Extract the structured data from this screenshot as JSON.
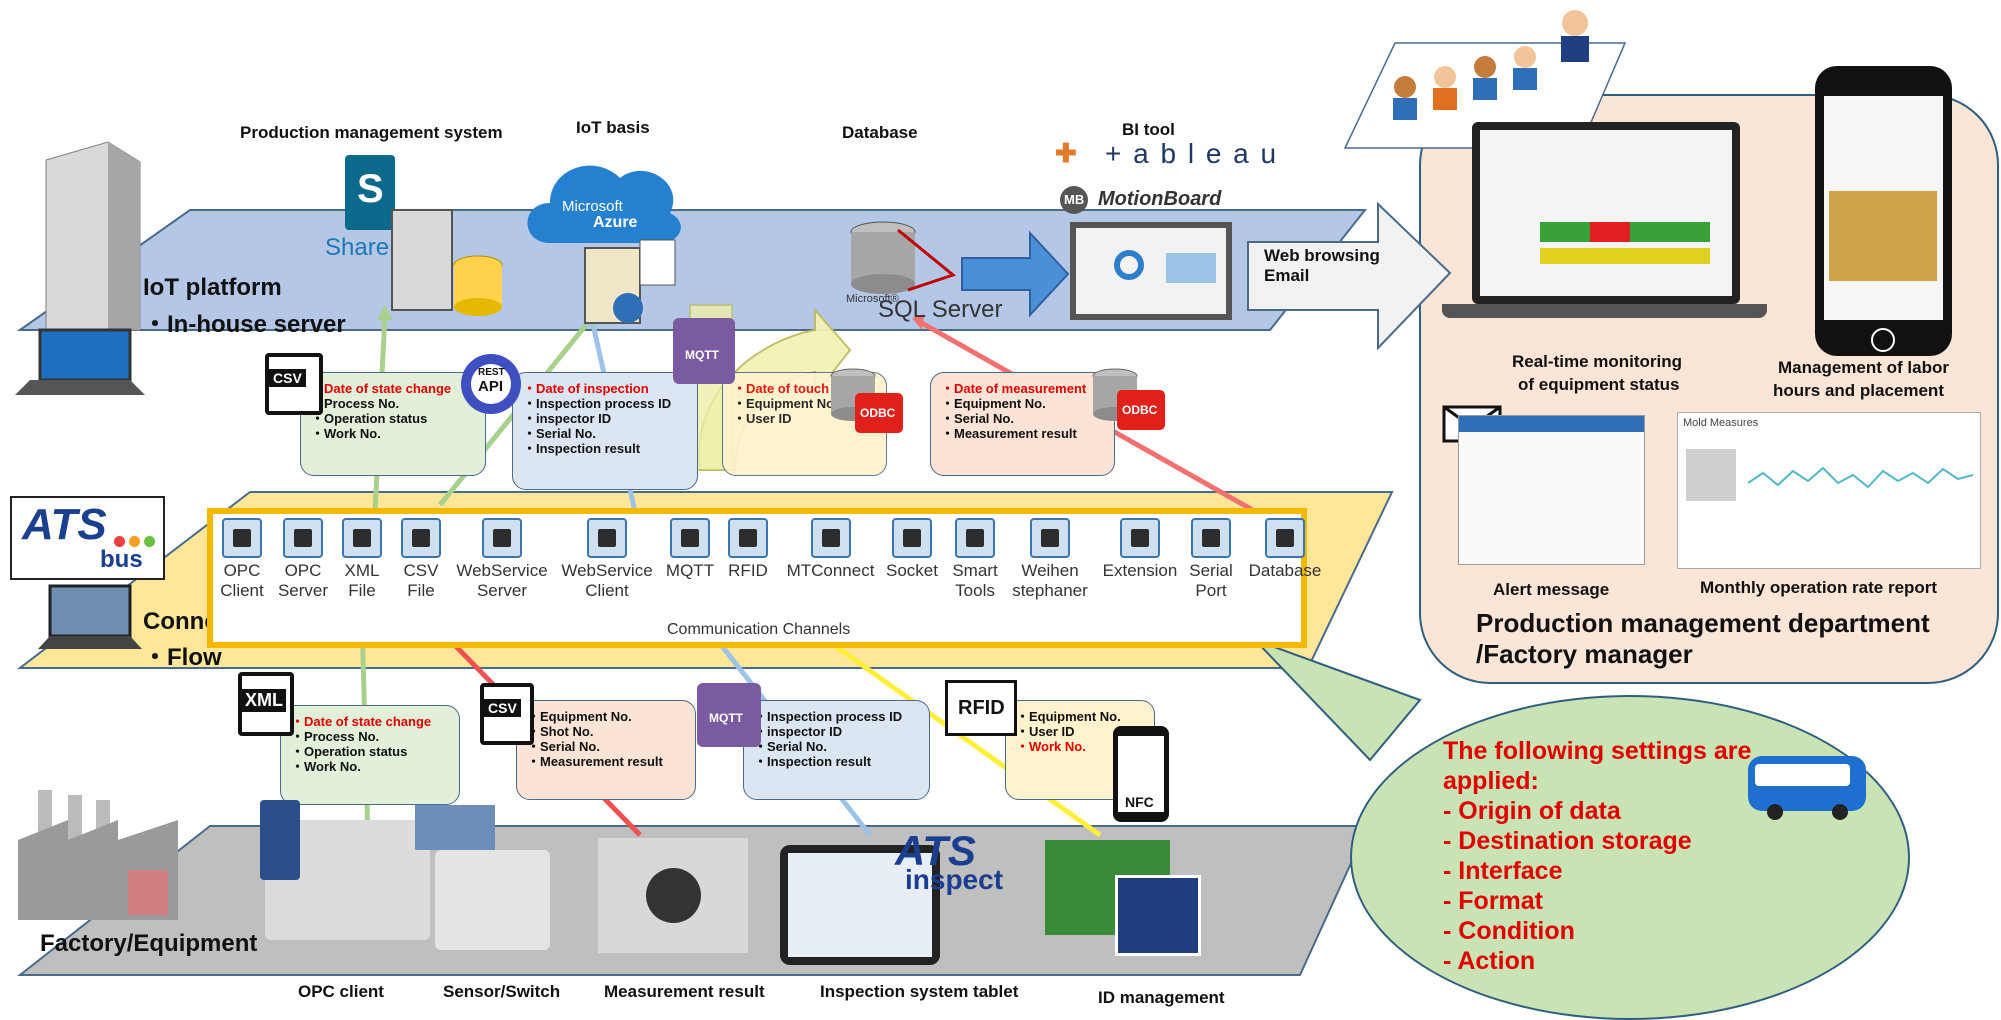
{
  "layers": {
    "iot_platform": [
      "IoT platform",
      "・In-house server"
    ],
    "connection": [
      "Connection",
      "・Flow"
    ],
    "factory": "Factory/Equipment"
  },
  "top_labels": {
    "production_mgmt": "Production management system",
    "iot_basis": "IoT basis",
    "database": "Database",
    "bi_tool": "BI tool"
  },
  "logos": {
    "sharepoint": "SharePoint",
    "azure": [
      "Microsoft",
      "Azure"
    ],
    "sqlserver_small": "Microsoft®",
    "sqlserver": "SQL Server",
    "tableau": "+ a b l e a u",
    "motionboard": "MotionBoard",
    "motionboard_badge": "MB",
    "ats_bus": [
      "ATS",
      "bus"
    ],
    "ats_inspect": [
      "ATS",
      "inspect"
    ]
  },
  "web_arrow": [
    "Web browsing",
    "Email"
  ],
  "badges": {
    "csv": "CSV",
    "rest": "REST",
    "api": "API",
    "mqtt": "MQTT",
    "odbc": "ODBC",
    "xml": "XML",
    "rfid": "RFID",
    "nfc": "NFC"
  },
  "upper_boxes": [
    {
      "lines": [
        "・Date of state change",
        "・Process No.",
        "・Operation status",
        "・Work No."
      ],
      "red": [
        0
      ]
    },
    {
      "lines": [
        "・Date of inspection",
        "・Inspection process ID",
        "・inspector ID",
        "・Serial No.",
        "・Inspection result"
      ],
      "red": [
        0
      ]
    },
    {
      "lines": [
        "・Date of touch",
        "・Equipment No.",
        "・User ID"
      ],
      "red": [
        0
      ]
    },
    {
      "lines": [
        "・Date of measurement",
        "・Equipment No.",
        "・Serial No.",
        "・Measurement result"
      ],
      "red": [
        0
      ]
    }
  ],
  "lower_boxes": [
    {
      "lines": [
        "・Date of state change",
        "・Process No.",
        "・Operation status",
        "・Work No."
      ],
      "red": [
        0
      ]
    },
    {
      "lines": [
        "・Equipment No.",
        "・Shot No.",
        "・Serial No.",
        "・Measurement result"
      ],
      "red": []
    },
    {
      "lines": [
        "・Inspection process ID",
        "・inspector ID",
        "・Serial No.",
        "・Inspection result"
      ],
      "red": []
    },
    {
      "lines": [
        "・Equipment No.",
        "・User ID",
        "・Work No."
      ],
      "red": [
        2
      ]
    }
  ],
  "channels": [
    [
      "OPC",
      "Client"
    ],
    [
      "OPC",
      "Server"
    ],
    [
      "XML",
      "File"
    ],
    [
      "CSV",
      "File"
    ],
    [
      "WebService",
      "Server"
    ],
    [
      "WebService",
      "Client"
    ],
    [
      "MQTT",
      ""
    ],
    [
      "RFID",
      ""
    ],
    [
      "MTConnect",
      ""
    ],
    [
      "Socket",
      ""
    ],
    [
      "Smart",
      "Tools"
    ],
    [
      "Weihen",
      "stephaner"
    ],
    [
      "Extension",
      ""
    ],
    [
      "Serial",
      "Port"
    ],
    [
      "Database",
      ""
    ]
  ],
  "channels_caption": "Communication Channels",
  "bottom_labels": {
    "opc_client": "OPC client",
    "sensor": "Sensor/Switch",
    "measurement": "Measurement result",
    "tablet": "Inspection system tablet",
    "id_mgmt": "ID management"
  },
  "right_panel": {
    "realtime": [
      "Real-time monitoring",
      "of equipment status"
    ],
    "labor": [
      "Management of labor",
      "hours and placement"
    ],
    "alert": "Alert message",
    "monthly": "Monthly operation rate report",
    "mold_title": "Mold Measures",
    "department": [
      "Production management department",
      "/Factory manager"
    ]
  },
  "settings": [
    "The following settings are",
    "applied:",
    "- Origin of data",
    "- Destination storage",
    "- Interface",
    "- Format",
    "- Condition",
    "- Action"
  ],
  "colors": {
    "platform_plane": "#b4c7e7",
    "connection_plane": "#ffe699",
    "factory_plane": "#bfbfbf",
    "channel_border": "#f5b800",
    "right_panel": "#fbe5d6",
    "settings_bubble": "#c9e3b5",
    "red": "#e00000"
  }
}
